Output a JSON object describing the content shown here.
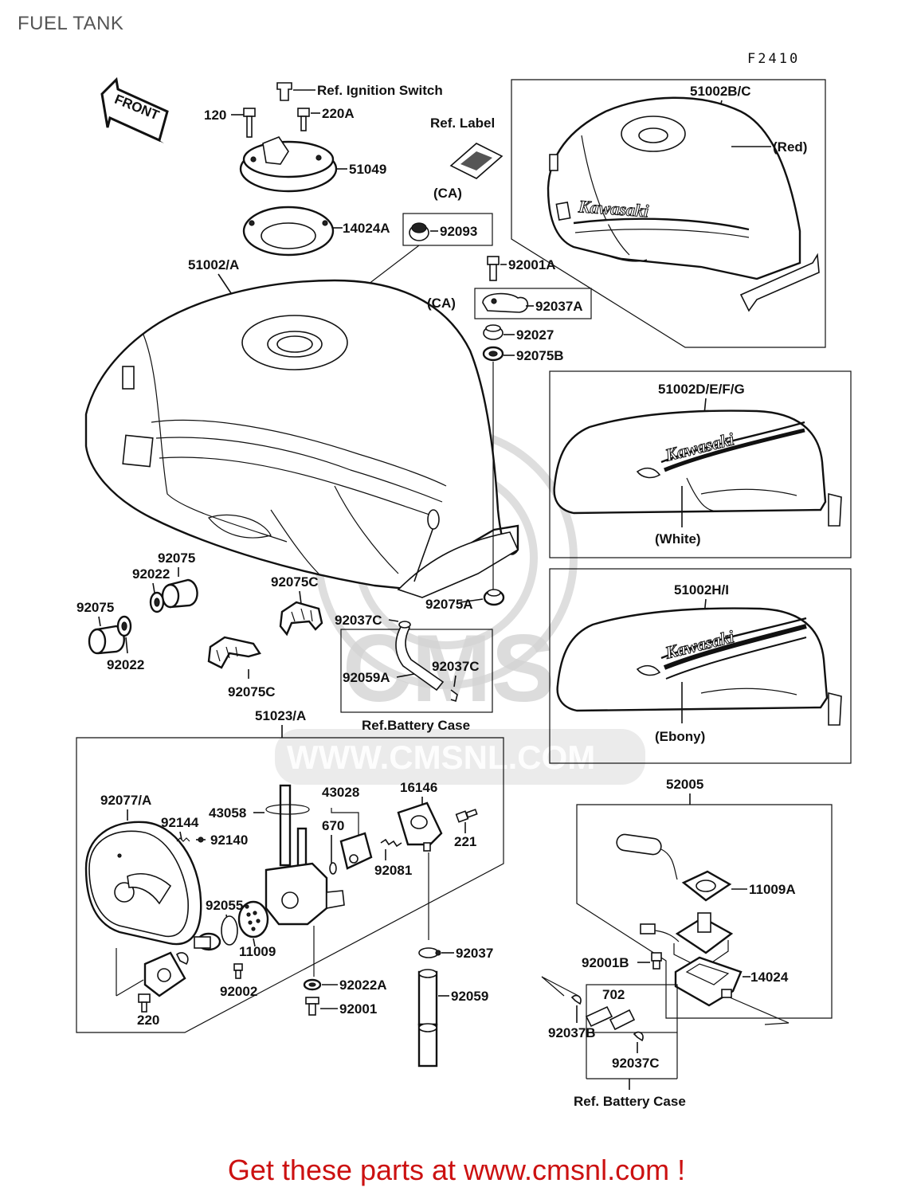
{
  "header": {
    "title": "FUEL TANK",
    "figure_code": "F2410"
  },
  "footer": {
    "link_text": "Get these parts at www.cmsnl.com !"
  },
  "watermark": {
    "brand": "CMS",
    "url": "WWW.CMSNL.COM"
  },
  "arrow": {
    "label": "FRONT"
  },
  "tank_logo": "Kawasaki",
  "labels": {
    "ref_ignition": "Ref. Ignition Switch",
    "p120": "120",
    "p220a": "220A",
    "p51049": "51049",
    "p14024a": "14024A",
    "ref_label": "Ref. Label",
    "ca1": "(CA)",
    "p92093": "92093",
    "p51002a": "51002/A",
    "p92001a": "92001A",
    "ca2": "(CA)",
    "p92037a": "92037A",
    "p92027": "92027",
    "p92075b": "92075B",
    "p51002bc": "51002B/C",
    "red": "(Red)",
    "p51002defg": "51002D/E/F/G",
    "white": "(White)",
    "p51002hi": "51002H/I",
    "ebony": "(Ebony)",
    "p92075_top": "92075",
    "p92022_top": "92022",
    "p92075_left": "92075",
    "p92022_bot": "92022",
    "p92075c_top": "92075C",
    "p92075c_bot": "92075C",
    "p92075a": "92075A",
    "p92037c_1": "92037C",
    "p92059a": "92059A",
    "p92037c_2": "92037C",
    "ref_battery_1": "Ref.Battery Case",
    "p51023a": "51023/A",
    "p92077a": "92077/A",
    "p92144": "92144",
    "p92140": "92140",
    "p43058": "43058",
    "p43028": "43028",
    "p670": "670",
    "p16146": "16146",
    "p221": "221",
    "p92081": "92081",
    "p92055": "92055",
    "p11009": "11009",
    "p92002": "92002",
    "p220": "220",
    "p92022a": "92022A",
    "p92001": "92001",
    "p92037": "92037",
    "p92059": "92059",
    "p52005": "52005",
    "p11009a": "11009A",
    "p92001b": "92001B",
    "p14024": "14024",
    "p702": "702",
    "p92037b": "92037B",
    "p92037c_3": "92037C",
    "ref_battery_2": "Ref. Battery Case"
  }
}
